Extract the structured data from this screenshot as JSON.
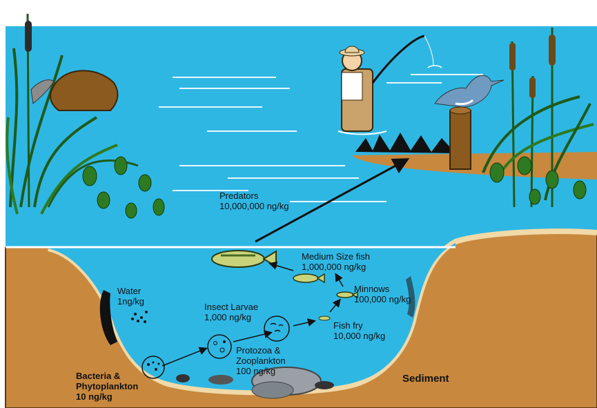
{
  "labels": {
    "predators": {
      "name": "Predators",
      "value": "10,000,000 ng/kg"
    },
    "medium_fish": {
      "name": "Medium Size fish",
      "value": "1,000,000 ng/kg"
    },
    "minnows": {
      "name": "Minnows",
      "value": "100,000 ng/kg"
    },
    "fish_fry": {
      "name": "Fish fry",
      "value": "10,000 ng/kg"
    },
    "insect_larvae": {
      "name": "Insect Larvae",
      "value": "1,000 ng/kg"
    },
    "protozoa": {
      "name": "Protozoa &",
      "name2": "Zooplankton",
      "value": "100 ng/kg"
    },
    "water": {
      "name": "Water",
      "value": "1ng/kg"
    },
    "bacteria": {
      "name": "Bacteria &",
      "name2": "Phytoplankton",
      "value": "10 ng/kg"
    },
    "sediment": "Sediment"
  },
  "colors": {
    "sky_water": "#2fb7e4",
    "soil": "#c8883e",
    "soil_rim": "#f1d9a8",
    "grass": "#1f5a1a",
    "text": "#111111"
  }
}
